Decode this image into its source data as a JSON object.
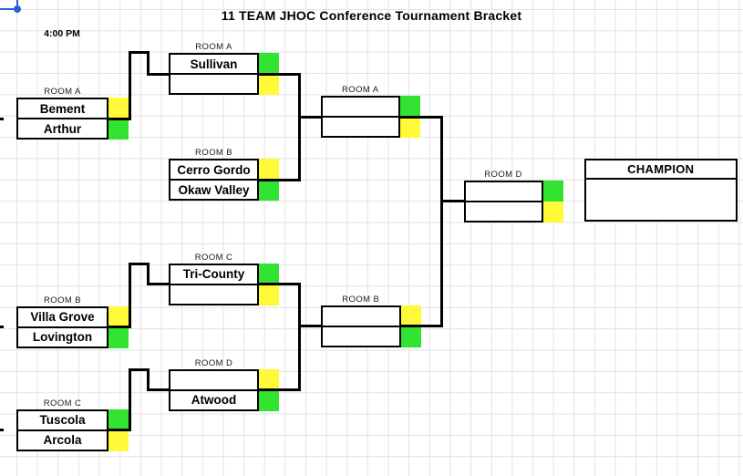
{
  "header": {
    "title": "11 TEAM JHOC Conference Tournament Bracket",
    "time_label": "4:00 PM"
  },
  "colors": {
    "advance_green": "#32e332",
    "seed_yellow": "#fff938",
    "line_black": "#000000",
    "gridline_gray": "#e2e2e2",
    "selection_blue": "#2b5cd9"
  },
  "bracket": {
    "matches": {
      "r1_room_a": {
        "room": "ROOM A",
        "slots": [
          {
            "team": "Bement",
            "color": "yellow"
          },
          {
            "team": "Arthur",
            "color": "green"
          }
        ]
      },
      "qf_room_a": {
        "room": "ROOM A",
        "slots": [
          {
            "team": "Sullivan",
            "color": "green"
          },
          {
            "team": "",
            "color": "yellow"
          }
        ]
      },
      "qf_room_b": {
        "room": "ROOM B",
        "slots": [
          {
            "team": "Cerro Gordo",
            "color": "yellow"
          },
          {
            "team": "Okaw Valley",
            "color": "green"
          }
        ]
      },
      "sf_room_a": {
        "room": "ROOM A",
        "slots": [
          {
            "team": "",
            "color": "green"
          },
          {
            "team": "",
            "color": "yellow"
          }
        ]
      },
      "r1_room_b": {
        "room": "ROOM B",
        "slots": [
          {
            "team": "Villa Grove",
            "color": "yellow"
          },
          {
            "team": "Lovington",
            "color": "green"
          }
        ]
      },
      "qf_room_c": {
        "room": "ROOM C",
        "slots": [
          {
            "team": "Tri-County",
            "color": "green"
          },
          {
            "team": "",
            "color": "yellow"
          }
        ]
      },
      "r1_room_c": {
        "room": "ROOM C",
        "slots": [
          {
            "team": "Tuscola",
            "color": "green"
          },
          {
            "team": "Arcola",
            "color": "yellow"
          }
        ]
      },
      "qf_room_d": {
        "room": "ROOM D",
        "slots": [
          {
            "team": "",
            "color": "yellow"
          },
          {
            "team": "Atwood",
            "color": "green"
          }
        ]
      },
      "sf_room_b": {
        "room": "ROOM B",
        "slots": [
          {
            "team": "",
            "color": "yellow"
          },
          {
            "team": "",
            "color": "green"
          }
        ]
      },
      "final_room_d": {
        "room": "ROOM D",
        "slots": [
          {
            "team": "",
            "color": "green"
          },
          {
            "team": "",
            "color": "yellow"
          }
        ]
      }
    },
    "champion": {
      "label": "CHAMPION",
      "winner": ""
    }
  }
}
